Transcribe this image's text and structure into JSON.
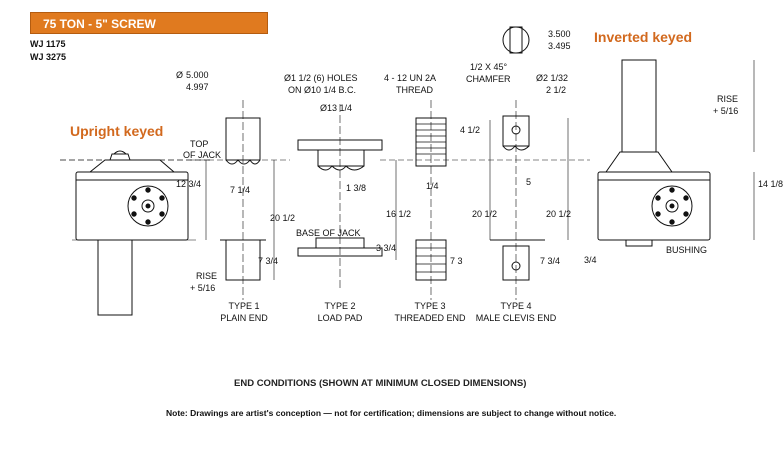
{
  "header": {
    "banner": "75 TON - 5\" SCREW",
    "models": [
      "WJ 1175",
      "WJ 3275"
    ]
  },
  "labels": {
    "upright": "Upright keyed",
    "inverted": "Inverted keyed",
    "top_of_jack_1": "TOP",
    "top_of_jack_2": "OF JACK",
    "base_of_jack": "BASE OF JACK",
    "rise_left_1": "RISE",
    "rise_left_2": "+ 5/16",
    "rise_right_1": "RISE",
    "rise_right_2": "+ 5/16",
    "bushing": "BUSHING",
    "holes_1": "Ø1 1/2 (6) HOLES",
    "holes_2": "ON Ø10 1/4 B.C.",
    "thread_1": "4 - 12 UN 2A",
    "thread_2": "THREAD",
    "chamfer_1": "1/2 X 45°",
    "chamfer_2": "CHAMFER"
  },
  "dimensions": {
    "dia_top": "5.000",
    "dia_bot": "4.997",
    "d13": "Ø13 1/4",
    "d41_2": "4 1/2",
    "d2_1_32": "Ø2 1/32",
    "d2_1_2": "2 1/2",
    "key_top": "3.500",
    "key_bot": "3.495",
    "d12_3_4": "12 3/4",
    "d7_1_4": "7 1/4",
    "d1_3_8": "1 3/8",
    "d1_4": "1/4",
    "d5": "5",
    "d14_1_8": "14 1/8",
    "d20_1_2_a": "20 1/2",
    "d16_1_2": "16 1/2",
    "d20_1_2_b": "20 1/2",
    "d20_1_2_c": "20 1/2",
    "d7_3_4_a": "7 3/4",
    "d3_3_4": "3 3/4",
    "d7_3": "7 3",
    "d7_3_4_b": "7 3/4",
    "d3_4": "3/4"
  },
  "types": [
    {
      "line1": "TYPE 1",
      "line2": "PLAIN END"
    },
    {
      "line1": "TYPE 2",
      "line2": "LOAD PAD"
    },
    {
      "line1": "TYPE 3",
      "line2": "THREADED END"
    },
    {
      "line1": "TYPE 4",
      "line2": "MALE CLEVIS END"
    }
  ],
  "footer": {
    "title": "END CONDITIONS (SHOWN AT MINIMUM CLOSED DIMENSIONS)",
    "note": "Note: Drawings are artist's conception — not for certification; dimensions are subject to change without notice."
  },
  "colors": {
    "banner": "#e07a1f",
    "accent_text": "#d2691e",
    "line": "#111111"
  }
}
